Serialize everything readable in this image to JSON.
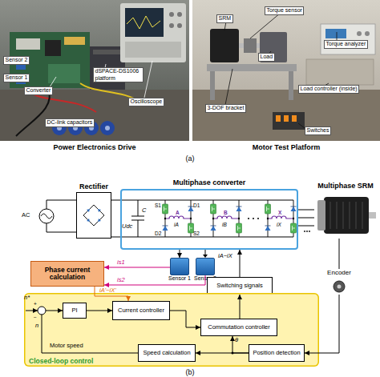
{
  "diagram": {
    "nodes": [
      {
        "text": [
          "Rectifier"
        ]
      },
      {
        "text": [
          "Multiphase converter"
        ]
      },
      {
        "text": [
          "Multiphase SRM"
        ]
      },
      {
        "text": [
          "Sensor 1"
        ]
      },
      {
        "text": [
          "Sensor 2"
        ]
      },
      {
        "text": [
          "Phase current calculation"
        ]
      },
      {
        "text": [
          "Switching signals"
        ]
      },
      {
        "text": [
          "Encoder"
        ]
      },
      {
        "text": [
          "Closed-loop control"
        ]
      },
      {
        "text": [
          "PI"
        ],
        "in": 8
      },
      {
        "text": [
          "Current controller"
        ],
        "in": 8
      },
      {
        "text": [
          "Commutation controller"
        ],
        "in": 8
      },
      {
        "text": [
          "Position detection"
        ],
        "in": 8
      },
      {
        "text": [
          "Speed calculation"
        ],
        "in": 8
      }
    ],
    "edges": [
      {
        "from": 0,
        "to": 1,
        "arrow": "none"
      },
      {
        "from": 1,
        "to": 2,
        "arrow": "none"
      },
      {
        "from": 1,
        "to": 3,
        "label": "iA~iX",
        "arrow": "to"
      },
      {
        "from": 3,
        "to": 5,
        "label": "is1",
        "arrow": "to"
      },
      {
        "from": 4,
        "to": 5,
        "label": "is2",
        "arrow": "to"
      },
      {
        "from": 5,
        "to": 10,
        "label": "iA'~iX'",
        "arrow": "to"
      },
      {
        "from": 6,
        "to": 1,
        "arrow": "to"
      },
      {
        "from": 11,
        "to": 6,
        "arrow": "to"
      },
      {
        "from": 9,
        "to": 10,
        "arrow": "to"
      },
      {
        "from": 10,
        "to": 11,
        "arrow": "to"
      },
      {
        "from": 12,
        "to": 11,
        "label": "θ",
        "arrow": "to"
      },
      {
        "from": 12,
        "to": 13,
        "arrow": "to"
      },
      {
        "from": 13,
        "to": 9,
        "label": "Motor speed",
        "arrow": "to"
      },
      {
        "from": 2,
        "to": 7,
        "arrow": "none"
      },
      {
        "from": 7,
        "to": 12,
        "arrow": "to"
      }
    ],
    "labels": [
      "Sensor 2",
      "Converter",
      "Sensor 1",
      "dSPACE-DS1006 platform",
      "Oscilloscope",
      "DC-link capacitors",
      "Power Electronics Drive",
      "SRM",
      "Torque sensor",
      "Torque analyzer",
      "Load",
      "Load controller (inside)",
      "3-DOF bracket",
      "Switches",
      "Motor Test Platform",
      "(a)",
      "AC",
      "Udc",
      "C",
      "S1",
      "D1",
      "A",
      "iA",
      "D2",
      "S2",
      "B",
      "iB",
      "X",
      "iX",
      "n*",
      "+",
      "−",
      "n",
      "(b)"
    ]
  }
}
